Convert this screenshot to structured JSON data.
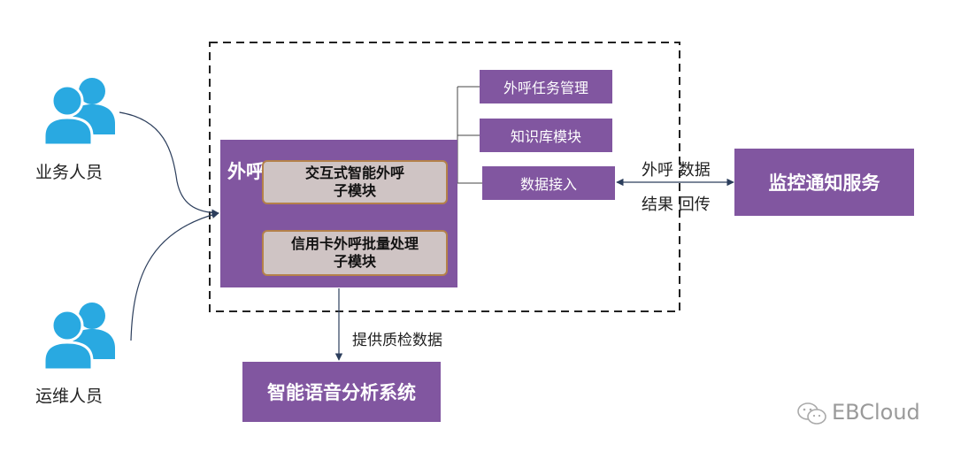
{
  "actors": {
    "business": {
      "label": "业务人员",
      "icon": "users-icon"
    },
    "ops": {
      "label": "运维人员",
      "icon": "users-icon"
    }
  },
  "system": {
    "title": "外呼系统",
    "modules": [
      {
        "line1": "交互式智能外呼",
        "line2": "子模块"
      },
      {
        "line1": "信用卡外呼批量处理",
        "line2": "子模块"
      }
    ]
  },
  "side_modules": [
    "外呼任务管理",
    "知识库模块",
    "数据接入"
  ],
  "monitor": {
    "label": "监控通知服务"
  },
  "arrow_labels": {
    "outbound_data": "外呼 数据",
    "result_return": "结果 回传",
    "qc_data": "提供质检数据"
  },
  "analysis": {
    "label": "智能语音分析系统"
  },
  "watermark": {
    "text": "EBCloud",
    "icon": "wechat-icon"
  },
  "colors": {
    "purple": "#8156a0",
    "icon_blue": "#29a9e1",
    "line": "#2c3e5c",
    "module_fill": "#cfc4c4",
    "module_border": "#b4814a"
  }
}
